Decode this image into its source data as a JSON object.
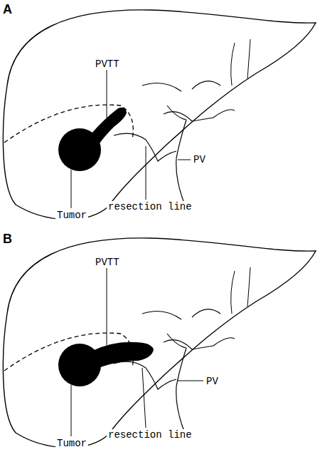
{
  "diagram": {
    "labels": [
      "A",
      "PVTT",
      "Tumor",
      "resection line",
      "PV",
      "B",
      "PVTT",
      "Tumor",
      "resection line",
      "PV"
    ]
  }
}
